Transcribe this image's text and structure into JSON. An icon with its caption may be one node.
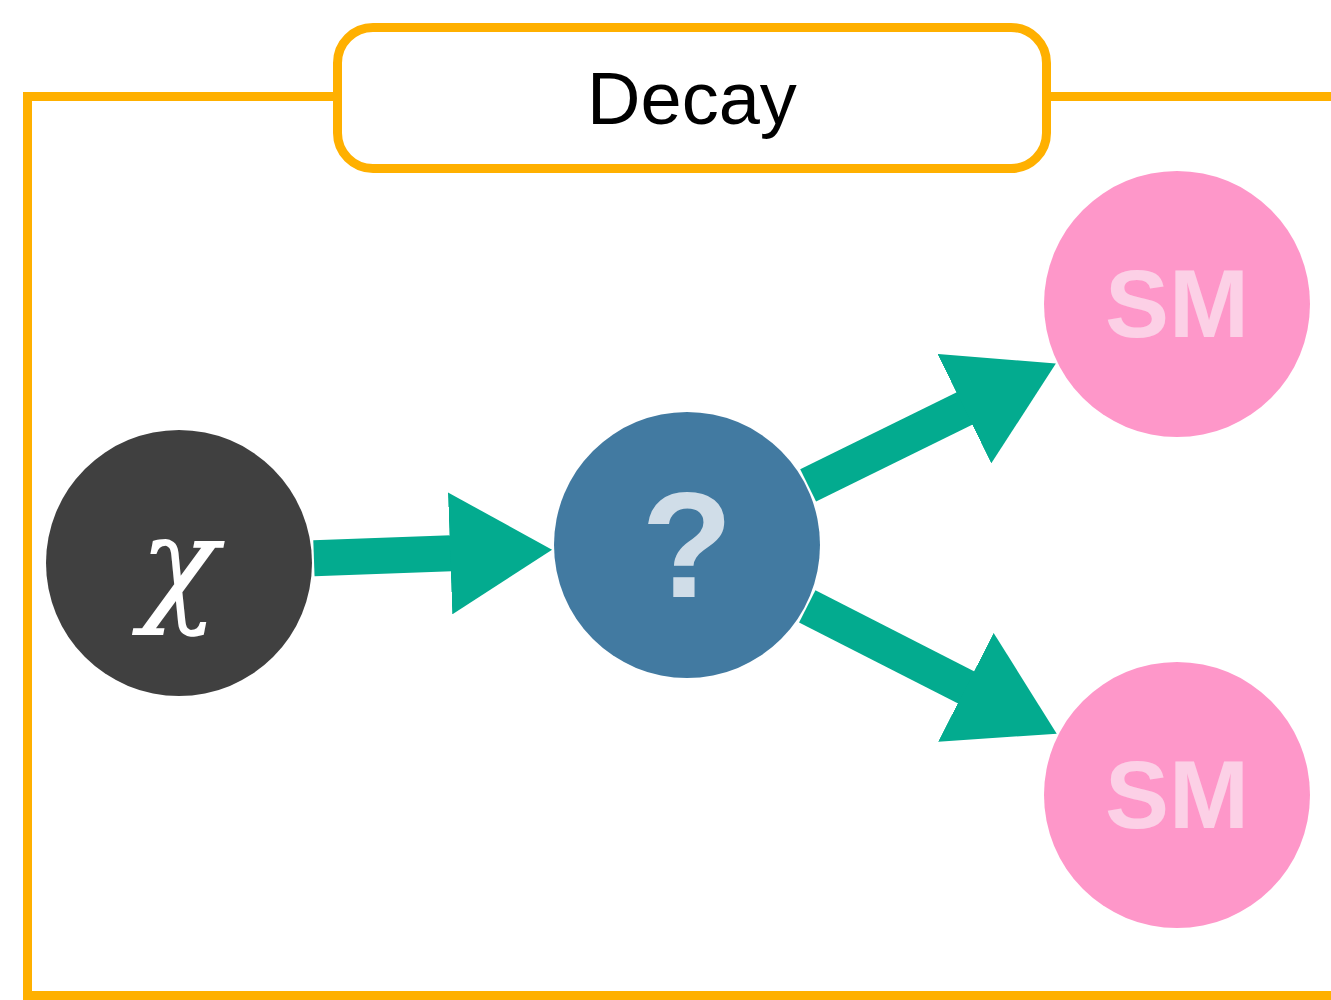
{
  "diagram": {
    "nodes": [
      {
        "text": [
          "Decay"
        ]
      },
      {
        "text": [
          "χ"
        ],
        "in": 0
      },
      {
        "text": [
          "?"
        ],
        "in": 0
      },
      {
        "text": [
          "SM"
        ],
        "in": 0
      },
      {
        "text": [
          "SM"
        ],
        "in": 0
      }
    ],
    "edges": [
      {
        "from": 1,
        "to": 2,
        "arrow": "to"
      },
      {
        "from": 2,
        "to": 3,
        "arrow": "to"
      },
      {
        "from": 2,
        "to": 4,
        "arrow": "to"
      }
    ]
  }
}
